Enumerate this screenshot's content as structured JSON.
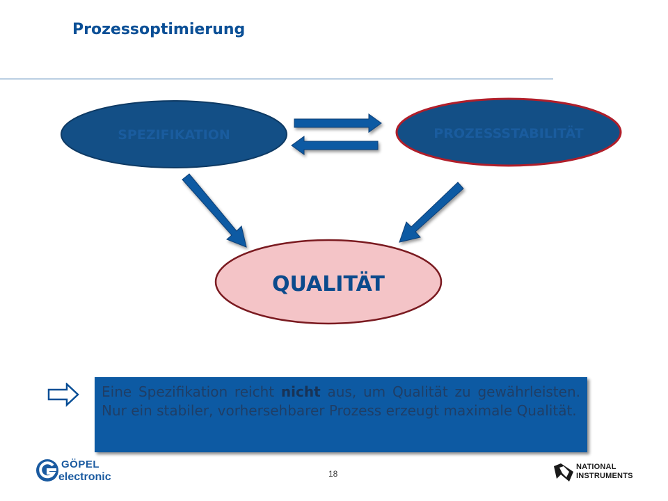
{
  "slide": {
    "title": "Prozessoptimierung",
    "page_number": "18"
  },
  "diagram": {
    "node_spezifikation": "SPEZIFIKATION",
    "node_prozessstabilitaet": "PROZESSSTABILITÄT",
    "node_qualitaet": "QUALITÄT",
    "colors": {
      "dark_ellipse": "#134f86",
      "quality_fill": "#f4c4c7",
      "quality_border": "#7a1a20",
      "process_border": "#b01e2a",
      "arrow": "#0d5aa3"
    }
  },
  "conclusion": {
    "text_before": "Eine Spezifikation reicht ",
    "emphasis": "nicht",
    "text_after": " aus, um Qualität zu gewährleisten. Nur ein stabiler, vorhersehbarer Prozess erzeugt maximale Qualität."
  },
  "footer": {
    "logo_left_line1": "GÖPEL",
    "logo_left_line2": "electronic",
    "logo_right_line1": "NATIONAL",
    "logo_right_line2": "INSTRUMENTS"
  }
}
